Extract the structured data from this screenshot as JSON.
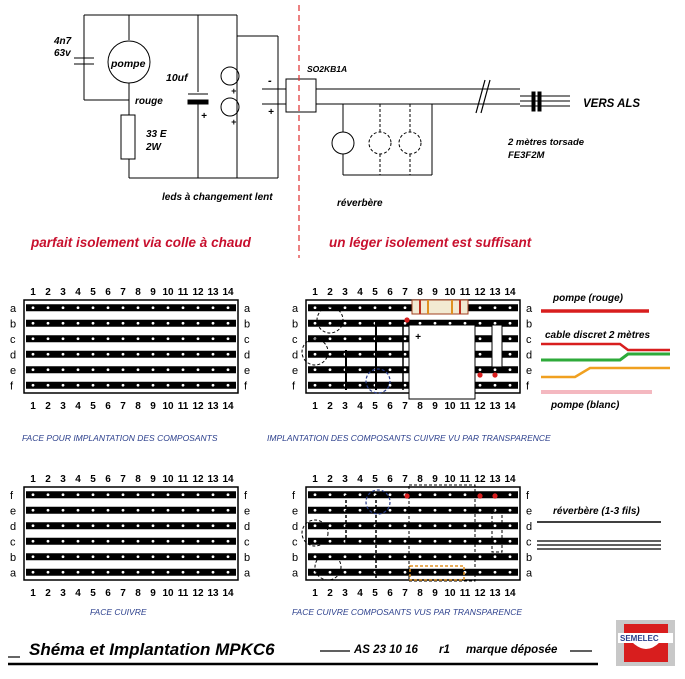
{
  "schematic": {
    "cap_value": "4n7",
    "cap_voltage": "63v",
    "pump_label": "pompe",
    "rouge_label": "rouge",
    "resistor_value": "33 E",
    "resistor_power": "2W",
    "electro_cap": "10uf",
    "minus": "-",
    "plus": "+",
    "connector_ref": "SO2KB1A",
    "vers_als": "VERS ALS",
    "cable_line1": "2 mètres torsade",
    "cable_line2": "FE3F2M",
    "leds_label": "leds à changement lent",
    "reverbere_label": "réverbère"
  },
  "isolation": {
    "left": "parfait isolement via colle à chaud",
    "right": "un léger isolement est suffisant"
  },
  "grid": {
    "columns": [
      "1",
      "2",
      "3",
      "4",
      "5",
      "6",
      "7",
      "8",
      "9",
      "10",
      "11",
      "12",
      "13",
      "14"
    ],
    "rows_top": [
      "a",
      "b",
      "c",
      "d",
      "e",
      "f"
    ],
    "rows_bottom": [
      "f",
      "e",
      "d",
      "c",
      "b",
      "a"
    ]
  },
  "captions": {
    "face_implantation": "FACE POUR IMPLANTATION  DES COMPOSANTS",
    "implantation_cuivre": "IMPLANTATION DES COMPOSANTS  CUIVRE VU PAR TRANSPARENCE",
    "face_cuivre": "FACE CUIVRE",
    "face_cuivre_transp": "FACE CUIVRE    COMPOSANTS VUS PAR TRANSPARENCE"
  },
  "legend": {
    "pompe_rouge": "pompe (rouge)",
    "cable_discret": "cable discret 2 mètres",
    "pompe_blanc": "pompe (blanc)",
    "reverbere_fils": "réverbère (1-3 fils)",
    "colors": {
      "red": "#d81e1e",
      "green": "#2eaa3a",
      "orange": "#f0a020",
      "pink": "#f4b8c0"
    }
  },
  "footer": {
    "title": "Shéma et Implantation MPKC6",
    "ref": "AS 23 10 16",
    "rev": "r1",
    "mark": "marque déposée",
    "logo": "SEMELEC"
  }
}
